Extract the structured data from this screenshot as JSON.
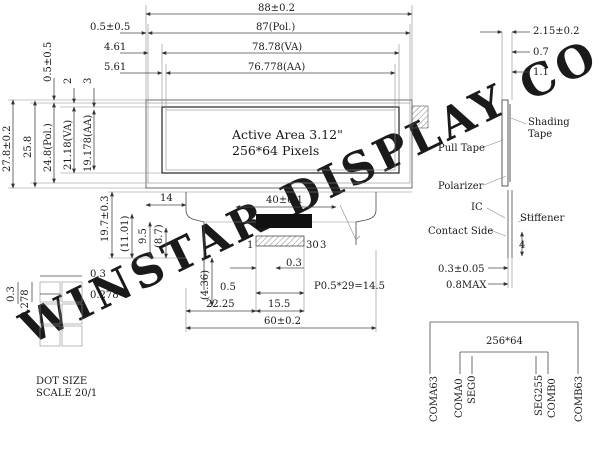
{
  "watermark": "WINSTAR DISPLAY CO., LTD.",
  "active_area": {
    "title": "Active Area 3.12\"",
    "pixels": "256*64 Pixels"
  },
  "top_dims": {
    "overall": "88±0.2",
    "pol": "87(Pol.)",
    "va": "78.78(VA)",
    "aa": "76.778(AA)",
    "left_1": "0.5±0.5",
    "left_2": "4.61",
    "left_3": "5.61"
  },
  "left_dims": {
    "outer": "27.8±0.2",
    "h": "25.8",
    "pol": "24.8(Pol.)",
    "va": "21.18(VA)",
    "aa": "19.178(AA)",
    "off_1": "0.5±0.5",
    "off_2": "2",
    "off_3": "3"
  },
  "fpc_dims": {
    "left_14": "14",
    "ic_width": "40±0.1",
    "v_19_7": "19.7±0.3",
    "v_11_01": "(11.01)",
    "v_9_5": "9.5",
    "v_8_7": "(8.7)",
    "v_4_36": "(4.36)",
    "h_0_5": "0.5",
    "h_0_3": "0.3",
    "pitch": "P0.5*29=14.5",
    "h_22_25": "22.25",
    "h_15_5": "15.5",
    "h_60": "60±0.2",
    "pin_1": "1",
    "pin_30": "30",
    "pin_3": "3"
  },
  "side_view": {
    "top_1": "2.15±0.2",
    "top_2": "0.7",
    "top_3": "1.1",
    "pull_tape": "Pull Tape",
    "shading_tape": "Shading Tape",
    "polarizer": "Polarizer",
    "ic": "IC",
    "stiffener": "Stiffener",
    "contact_side": "Contact Side",
    "dim_4": "4",
    "bottom_1": "0.3±0.05",
    "bottom_2": "0.8MAX"
  },
  "dot_size": {
    "label": "DOT SIZE",
    "scale": "SCALE 20/1",
    "d1": "0.3",
    "d2": "0.278",
    "d3": "0.3",
    "d4": "0.278"
  },
  "schematic": {
    "matrix": "256*64",
    "labels": [
      "COMA63",
      "COMA0",
      "SEG0",
      "SEG255",
      "COMB0",
      "COMB63"
    ]
  }
}
